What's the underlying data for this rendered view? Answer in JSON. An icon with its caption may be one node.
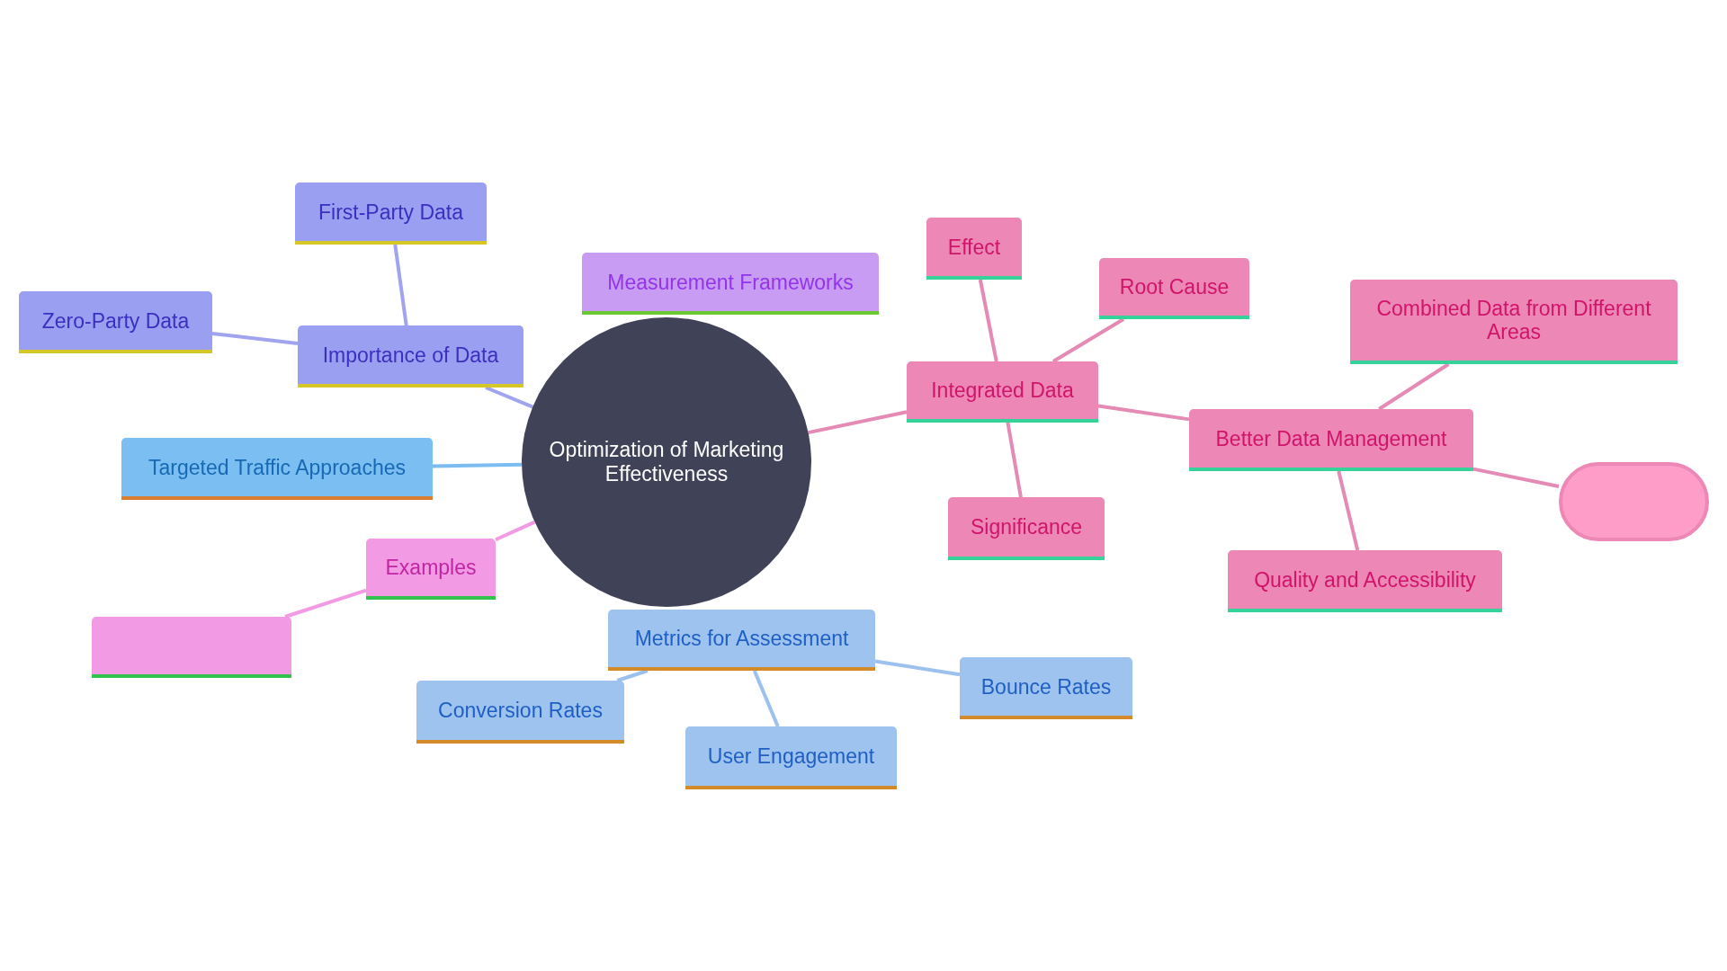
{
  "diagram": {
    "nodes": [
      {
        "text": [
          "Optimization of Marketing Effectiveness"
        ]
      },
      {
        "text": [
          "Importance of Data"
        ]
      },
      {
        "text": [
          "First-Party Data"
        ]
      },
      {
        "text": [
          "Zero-Party Data"
        ]
      },
      {
        "text": [
          "Measurement Frameworks"
        ]
      },
      {
        "text": [
          "Targeted Traffic Approaches"
        ]
      },
      {
        "text": [
          "Examples"
        ]
      },
      {
        "text": [],
        "shape": "box"
      },
      {
        "text": [
          "Metrics for Assessment"
        ]
      },
      {
        "text": [
          "Conversion Rates"
        ]
      },
      {
        "text": [
          "User Engagement"
        ]
      },
      {
        "text": [
          "Bounce Rates"
        ]
      },
      {
        "text": [
          "Integrated Data"
        ]
      },
      {
        "text": [
          "Effect"
        ]
      },
      {
        "text": [
          "Root Cause"
        ]
      },
      {
        "text": [
          "Significance"
        ]
      },
      {
        "text": [
          "Better Data Management"
        ]
      },
      {
        "text": [
          "Combined Data from Different Areas"
        ]
      },
      {
        "text": [
          "Quality and Accessibility"
        ]
      },
      {
        "text": [],
        "shape": "pill"
      }
    ],
    "edges": [
      {
        "from": 0,
        "to": 1,
        "arrow": "none",
        "color": "#a0a3ee"
      },
      {
        "from": 1,
        "to": 2,
        "arrow": "none",
        "color": "#a0a3ee"
      },
      {
        "from": 1,
        "to": 3,
        "arrow": "none",
        "color": "#a0a3ee"
      },
      {
        "from": 0,
        "to": 5,
        "arrow": "none",
        "color": "#7cbcf0"
      },
      {
        "from": 0,
        "to": 6,
        "arrow": "none",
        "color": "#f29ae3"
      },
      {
        "from": 6,
        "to": 7,
        "arrow": "none",
        "color": "#f29ae3"
      },
      {
        "from": 8,
        "to": 9,
        "arrow": "none",
        "color": "#9dc1ef"
      },
      {
        "from": 8,
        "to": 10,
        "arrow": "none",
        "color": "#9dc1ef"
      },
      {
        "from": 8,
        "to": 11,
        "arrow": "none",
        "color": "#9dc1ef"
      },
      {
        "from": 0,
        "to": 12,
        "arrow": "none"
      },
      {
        "from": 12,
        "to": 13,
        "arrow": "none"
      },
      {
        "from": 12,
        "to": 14,
        "arrow": "none"
      },
      {
        "from": 12,
        "to": 15,
        "arrow": "none"
      },
      {
        "from": 12,
        "to": 16,
        "arrow": "none"
      },
      {
        "from": 16,
        "to": 17,
        "arrow": "none"
      },
      {
        "from": 16,
        "to": 18,
        "arrow": "none"
      },
      {
        "from": 16,
        "to": 19,
        "arrow": "none"
      }
    ]
  }
}
